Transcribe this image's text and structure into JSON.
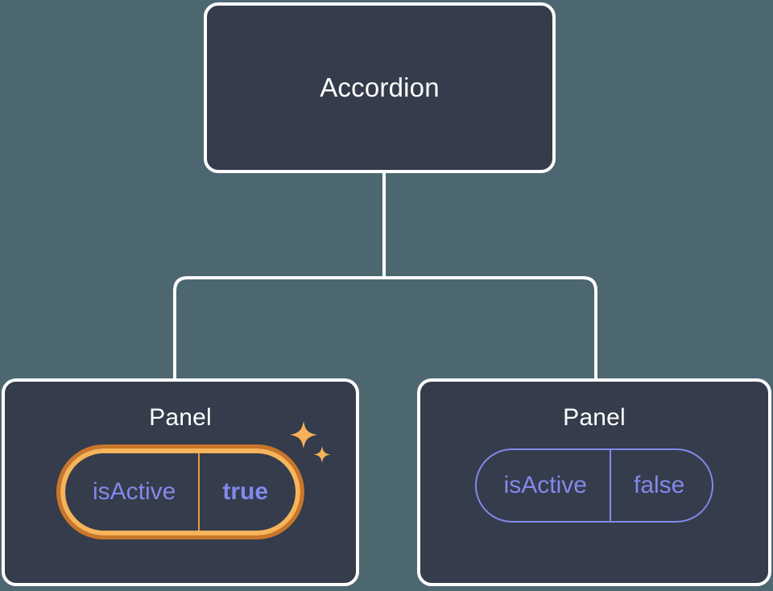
{
  "diagram": {
    "type": "component-tree",
    "background_color": "#4d6771",
    "node_fill_color": "#353c4b",
    "node_border_color": "#ffffff",
    "connector_color": "#ffffff",
    "accent_prop_color": "#8289ec",
    "highlight_outer_color": "#c9762a",
    "highlight_inner_color": "#f7b45a",
    "sparkle_color": "#f6b159"
  },
  "root": {
    "label": "Accordion"
  },
  "children": [
    {
      "label": "Panel",
      "highlighted": true,
      "prop": {
        "key": "isActive",
        "value": "true",
        "value_bold": true
      },
      "sparkle_icon": "sparkles-icon"
    },
    {
      "label": "Panel",
      "highlighted": false,
      "prop": {
        "key": "isActive",
        "value": "false",
        "value_bold": false
      }
    }
  ]
}
